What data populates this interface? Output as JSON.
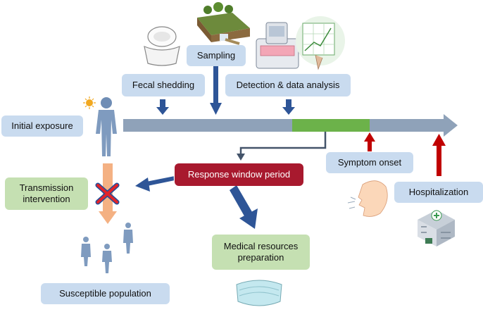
{
  "labels": {
    "sampling": "Sampling",
    "fecal_shedding": "Fecal shedding",
    "detection": "Detection & data analysis",
    "initial_exposure": "Initial exposure",
    "response_window": "Response window period",
    "symptom_onset": "Symptom onset",
    "transmission_line1": "Transmission",
    "transmission_line2": "intervention",
    "hospitalization": "Hospitalization",
    "medical_line1": "Medical resources",
    "medical_line2": "preparation",
    "susceptible": "Susceptible population"
  },
  "colors": {
    "label_blue": "#c9dbef",
    "label_green": "#c5e0b2",
    "response_red": "#a8192e",
    "timeline_gray": "#8fa2b9",
    "timeline_green": "#6cb24a",
    "arrow_navy": "#2e5597",
    "arrow_red": "#c00000",
    "arrow_orange": "#f4b183",
    "person_blue": "#7f9bbf"
  },
  "icons": [
    "toilet-icon",
    "sewer-pipe-icon",
    "analyzer-machine-icon",
    "data-chart-icon",
    "sun-icon",
    "human-body-icon",
    "coughing-face-icon",
    "hospital-building-icon",
    "face-mask-icon",
    "crowd-icon",
    "cross-mark-icon"
  ]
}
